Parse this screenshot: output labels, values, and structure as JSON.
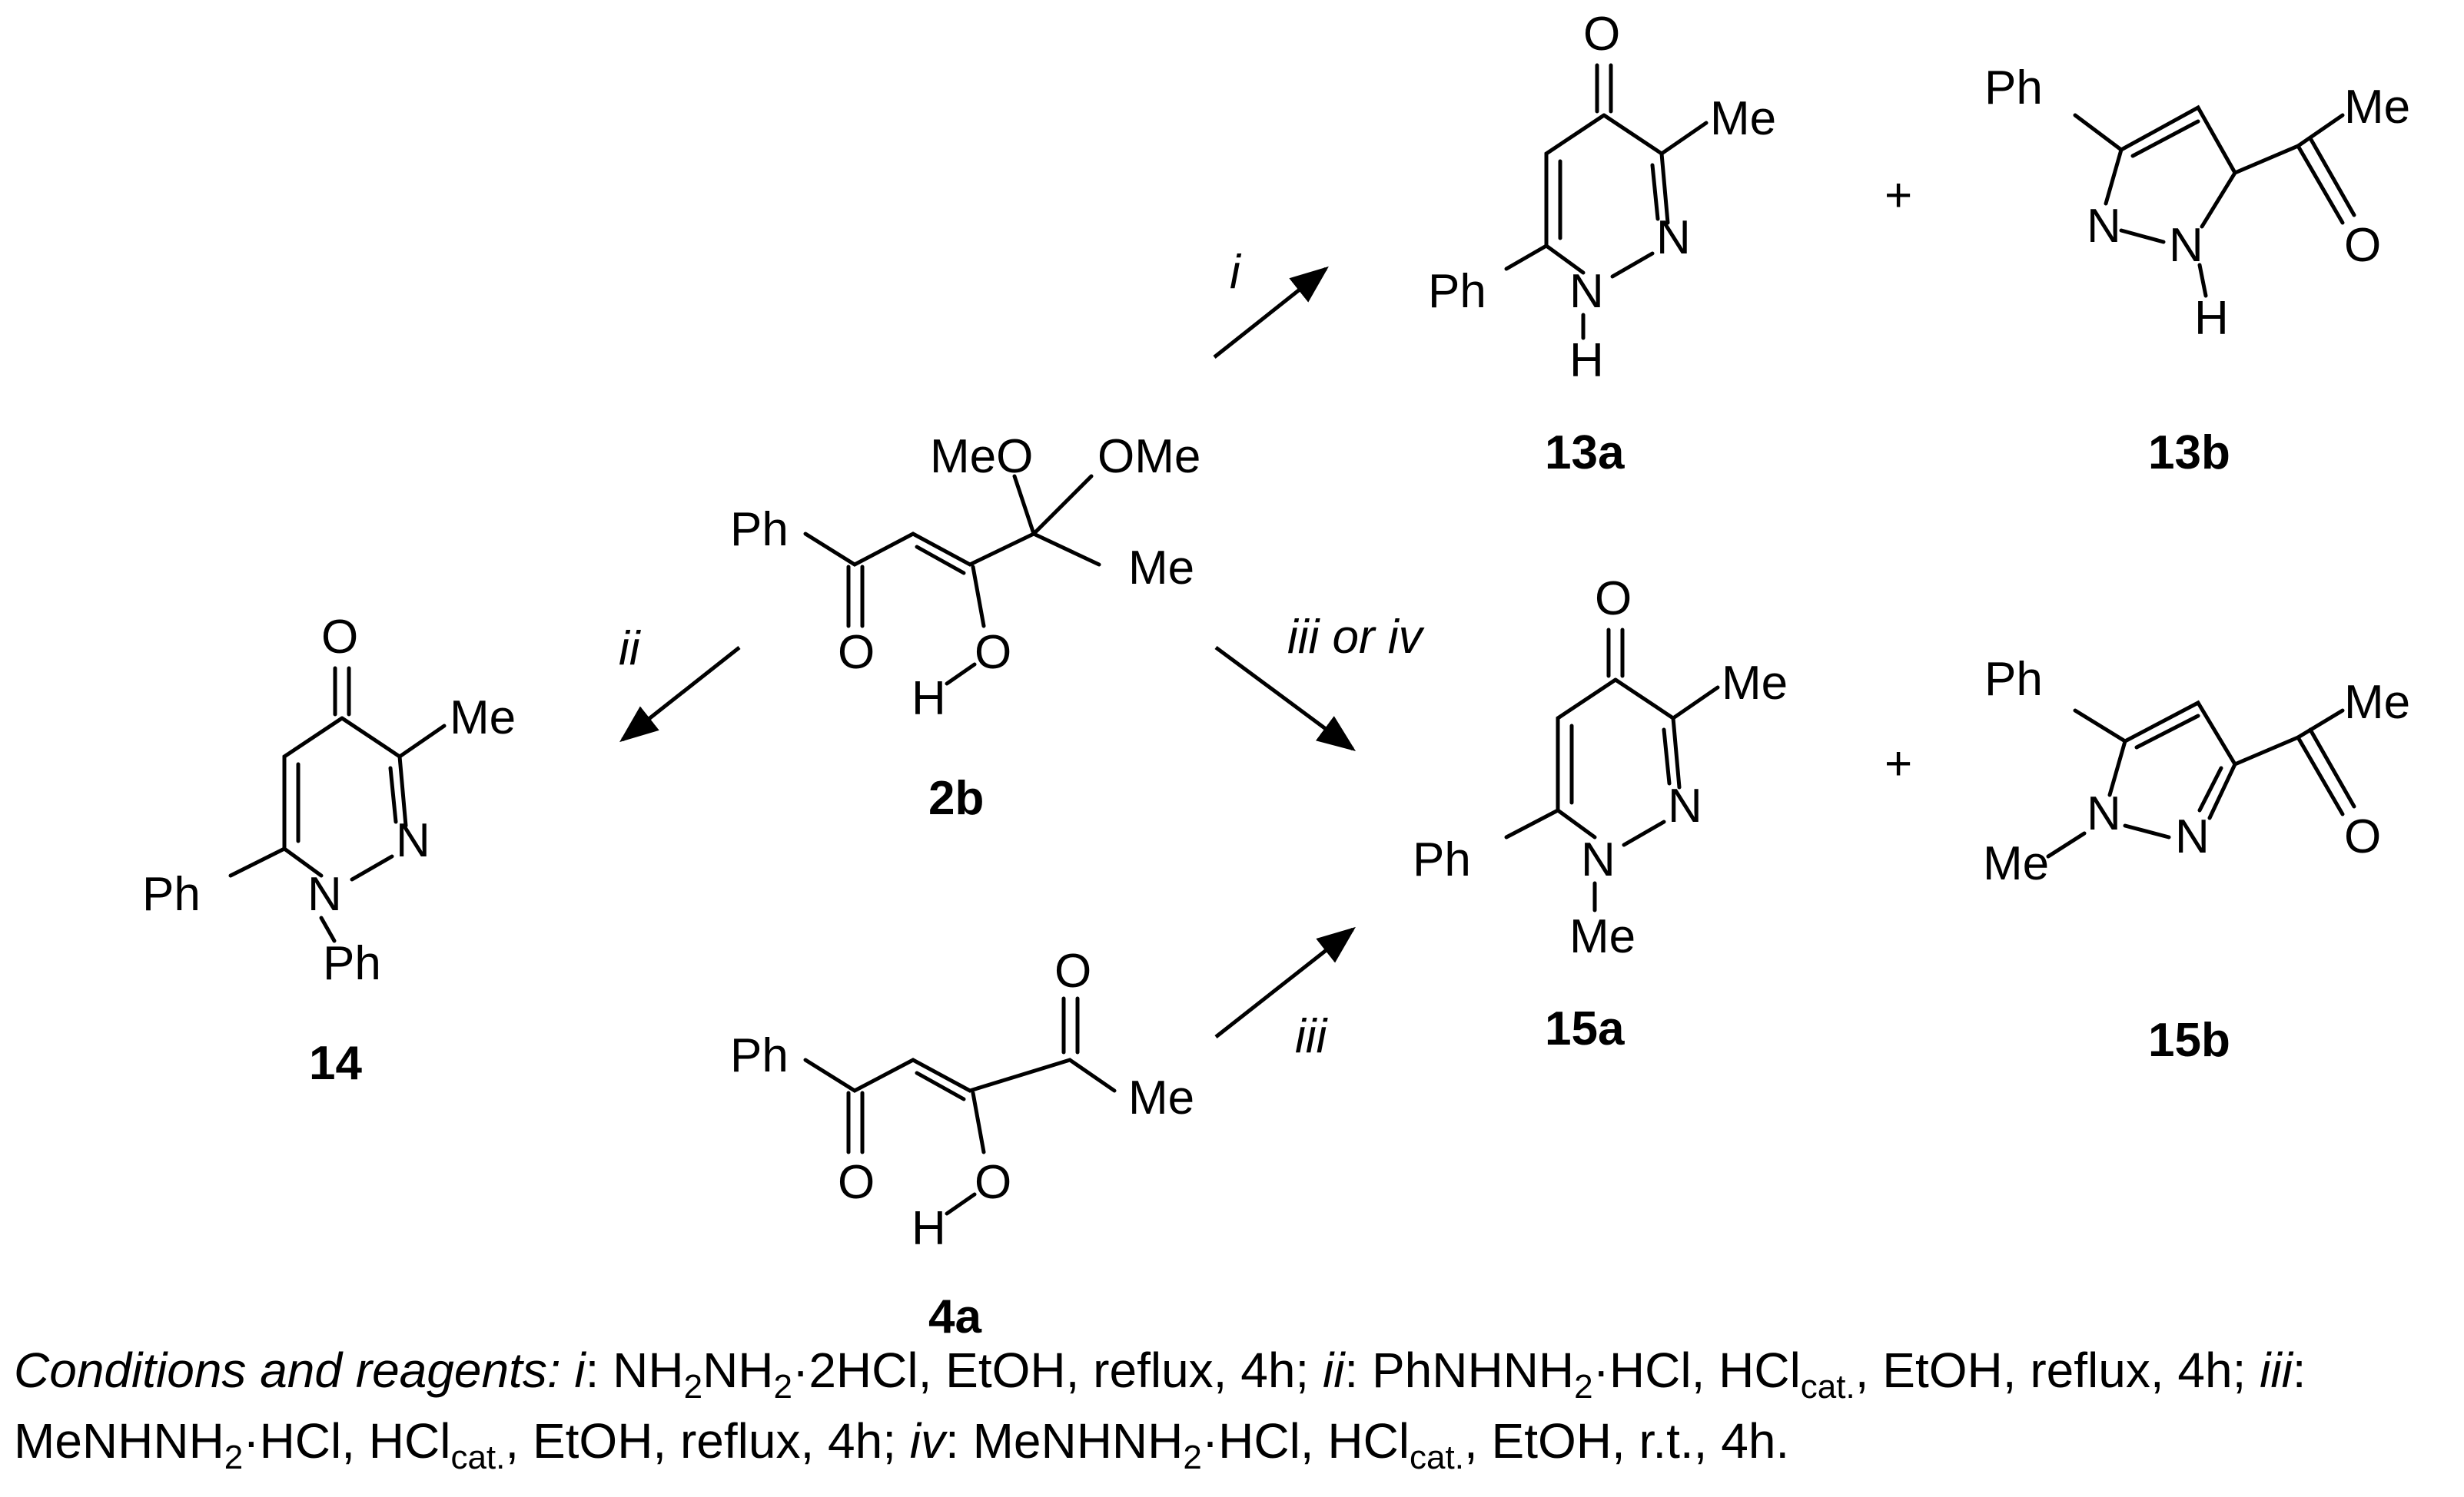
{
  "atoms": {
    "ph": "Ph",
    "me": "Me",
    "meo": "MeO",
    "ome": "OMe",
    "o": "O",
    "n": "N",
    "h": "H",
    "plus": "+"
  },
  "compounds": {
    "c2b": "2b",
    "c4a": "4a",
    "c13a": "13a",
    "c13b": "13b",
    "c14": "14",
    "c15a": "15a",
    "c15b": "15b"
  },
  "arrows": {
    "i": "i",
    "ii": "ii",
    "iii_or_iv": "iii or iv",
    "iii": "iii"
  },
  "conditions": {
    "lead": "Conditions and reagents:",
    "i_key": "i",
    "i_text_a": ": NH",
    "i_sub1": "2",
    "i_text_b": "NH",
    "i_sub2": "2",
    "i_text_c": "·2HCl, EtOH, reflux, 4h; ",
    "ii_key": "ii",
    "ii_text_a": ": PhNHNH",
    "ii_sub1": "2",
    "ii_text_b": "·HCl, HCl",
    "ii_sub2": "cat.",
    "ii_text_c": ", EtOH, reflux, 4h; ",
    "iii_key": "iii",
    "iii_text_a": ": MeNHNH",
    "iii_sub1": "2",
    "iii_text_b": "·HCl, HCl",
    "iii_sub2": "cat.",
    "iii_text_c": ", EtOH, reflux, 4h; ",
    "iv_key": "iv",
    "iv_text_a": ": MeNHNH",
    "iv_sub1": "2",
    "iv_text_b": "·HCl, HCl",
    "iv_sub2": "cat.",
    "iv_text_c": ", EtOH, r.t., 4h."
  }
}
